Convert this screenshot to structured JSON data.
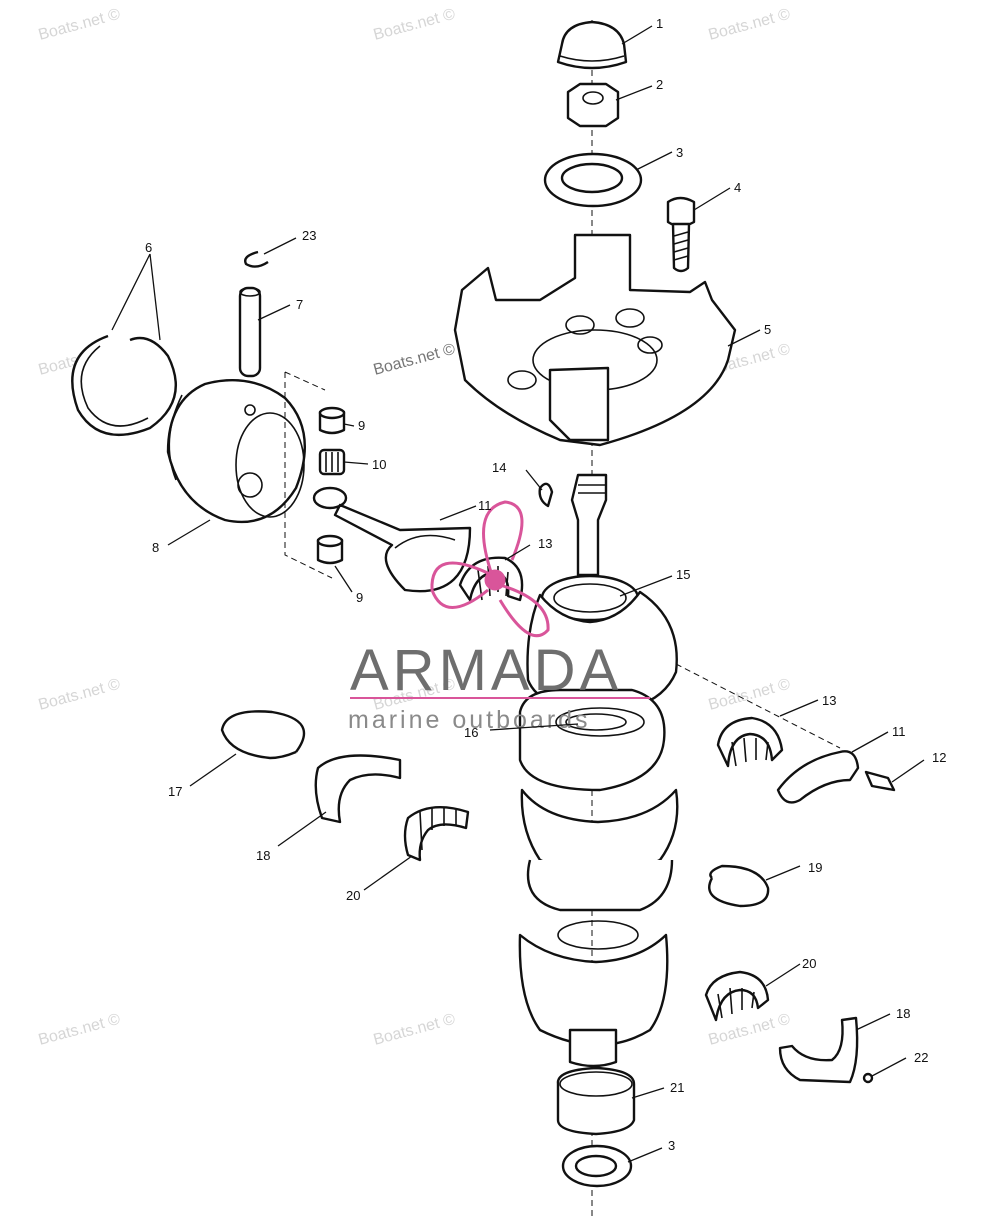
{
  "watermark": {
    "text": "Boats.net ©"
  },
  "logo": {
    "name": "ARMADA",
    "tagline": "marine outboards",
    "accent_color": "#d9559a"
  },
  "callouts": {
    "c1": "1",
    "c2": "2",
    "c3a": "3",
    "c4": "4",
    "c5": "5",
    "c6": "6",
    "c7": "7",
    "c8": "8",
    "c9a": "9",
    "c9b": "9",
    "c10": "10",
    "c11a": "11",
    "c11b": "11",
    "c12": "12",
    "c13a": "13",
    "c13b": "13",
    "c14": "14",
    "c15": "15",
    "c16": "16",
    "c17": "17",
    "c18a": "18",
    "c18b": "18",
    "c19": "19",
    "c20a": "20",
    "c20b": "20",
    "c21": "21",
    "c3b": "3",
    "c22": "22",
    "c23": "23"
  }
}
